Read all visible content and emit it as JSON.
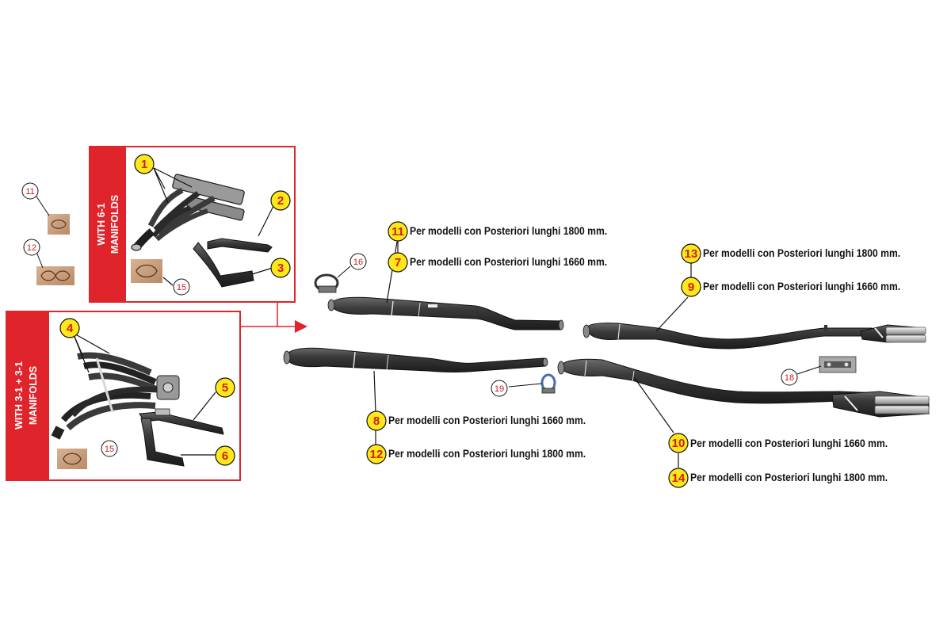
{
  "colors": {
    "frame_red": "#e0242b",
    "badge_yellow": "#ffe81a",
    "badge_red_text": "#d21a1a",
    "gasket_brown": "#c79a78",
    "pipe_dark": "#2f2f2f",
    "chrome": "#cfcfcf"
  },
  "panels": {
    "six_one": {
      "title_line1": "WITH 6-1",
      "title_line2": "MANIFOLDS"
    },
    "three_one": {
      "title_line1": "WITH 3-1 + 3-1",
      "title_line2": "MANIFOLDS"
    }
  },
  "badges": {
    "b1": "1",
    "b2": "2",
    "b3": "3",
    "b4": "4",
    "b5": "5",
    "b6": "6",
    "b7": "7",
    "b8": "8",
    "b9": "9",
    "b10": "10",
    "b11_note": "11",
    "b12_note": "12",
    "b13": "13",
    "b14": "14",
    "b11_gasket": "11",
    "b12_gasket": "12",
    "b15_top": "15",
    "b15_bottom": "15",
    "b16": "16",
    "b18": "18",
    "b19": "19"
  },
  "labels": {
    "l11": "Per modelli con Posteriori lunghi 1800 mm.",
    "l7": "Per modelli con Posteriori lunghi 1660 mm.",
    "l13": "Per modelli con Posteriori lunghi 1800 mm.",
    "l9": "Per modelli con Posteriori lunghi 1660 mm.",
    "l8": "Per modelli con Posteriori lunghi 1660 mm.",
    "l12": "Per modelli con Posteriori lunghi 1800 mm.",
    "l10": "Per modelli con Posteriori lunghi 1660 mm.",
    "l14": "Per modelli con Posteriori lunghi 1800 mm."
  }
}
